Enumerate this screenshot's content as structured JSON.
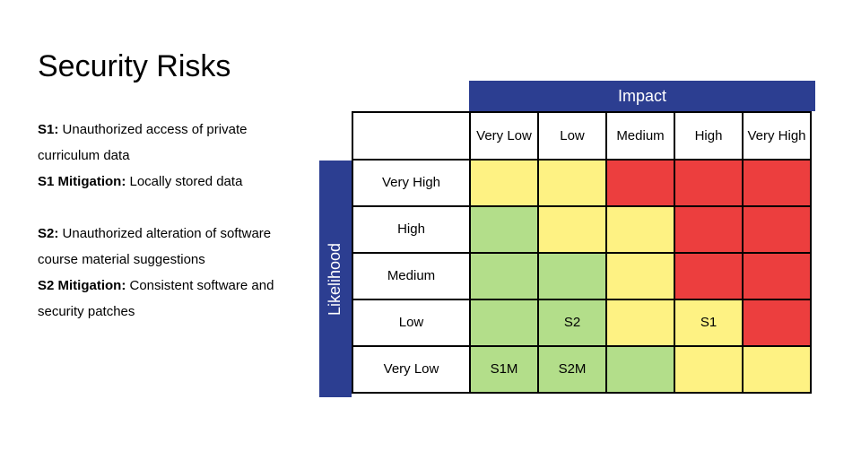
{
  "title": "Security Risks",
  "risks": [
    {
      "label": "S1:",
      "text": "Unauthorized access of private curriculum data",
      "mitigation_label": "S1 Mitigation:",
      "mitigation_text": "Locally stored data"
    },
    {
      "label": "S2:",
      "text": "Unauthorized alteration of software course material suggestions",
      "mitigation_label": "S2 Mitigation:",
      "mitigation_text": "Consistent software and security patches"
    }
  ],
  "matrix": {
    "impact_label": "Impact",
    "likelihood_label": "Likelihood",
    "impact_levels": [
      "Very Low",
      "Low",
      "Medium",
      "High",
      "Very High"
    ],
    "likelihood_levels": [
      "Very High",
      "High",
      "Medium",
      "Low",
      "Very Low"
    ],
    "colors": {
      "green": "#b3de8a",
      "yellow": "#fef283",
      "red": "#ec3e3e",
      "band": "#2c3e91"
    },
    "cells": [
      [
        {
          "color": "yellow",
          "text": ""
        },
        {
          "color": "yellow",
          "text": ""
        },
        {
          "color": "red",
          "text": ""
        },
        {
          "color": "red",
          "text": ""
        },
        {
          "color": "red",
          "text": ""
        }
      ],
      [
        {
          "color": "green",
          "text": ""
        },
        {
          "color": "yellow",
          "text": ""
        },
        {
          "color": "yellow",
          "text": ""
        },
        {
          "color": "red",
          "text": ""
        },
        {
          "color": "red",
          "text": ""
        }
      ],
      [
        {
          "color": "green",
          "text": ""
        },
        {
          "color": "green",
          "text": ""
        },
        {
          "color": "yellow",
          "text": ""
        },
        {
          "color": "red",
          "text": ""
        },
        {
          "color": "red",
          "text": ""
        }
      ],
      [
        {
          "color": "green",
          "text": ""
        },
        {
          "color": "green",
          "text": "S2"
        },
        {
          "color": "yellow",
          "text": ""
        },
        {
          "color": "yellow",
          "text": "S1"
        },
        {
          "color": "red",
          "text": ""
        }
      ],
      [
        {
          "color": "green",
          "text": "S1M"
        },
        {
          "color": "green",
          "text": "S2M"
        },
        {
          "color": "green",
          "text": ""
        },
        {
          "color": "yellow",
          "text": ""
        },
        {
          "color": "yellow",
          "text": ""
        }
      ]
    ]
  }
}
